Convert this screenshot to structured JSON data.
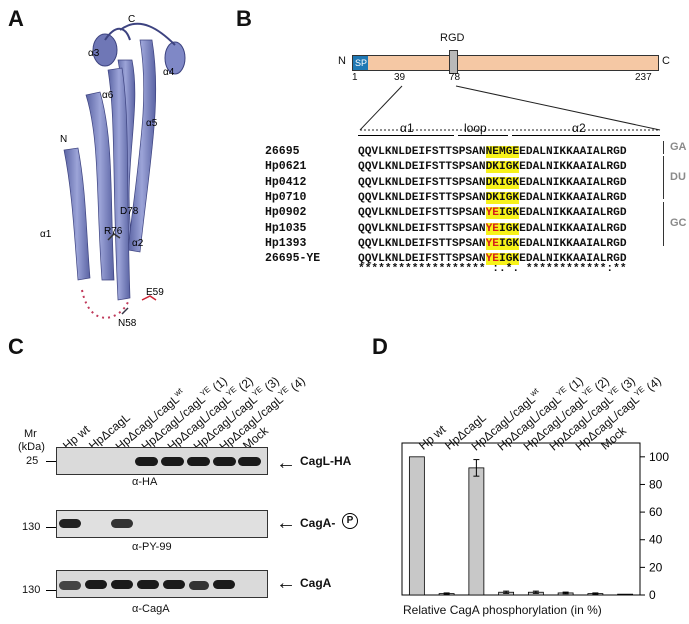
{
  "panels": {
    "a": "A",
    "b": "B",
    "c": "C",
    "d": "D"
  },
  "structure_labels": {
    "c_term": "C",
    "n_term": "N",
    "alpha3": "α3",
    "alpha4": "α4",
    "alpha6": "α6",
    "alpha5": "α5",
    "alpha1": "α1",
    "alpha2": "α2",
    "d78": "D78",
    "r76": "R76",
    "e59": "E59",
    "n58": "N58"
  },
  "domain_map": {
    "rgd": "RGD",
    "n": "N",
    "c": "C",
    "sp": "SP",
    "pos_start": "1",
    "pos_39": "39",
    "pos_78": "78",
    "pos_end": "237",
    "colors": {
      "sp": "#1f78b4",
      "body": "#f5c8a4",
      "rgd": "#b9b9b9"
    }
  },
  "alignment": {
    "headers": {
      "a1": "α1",
      "loop": "loop",
      "a2": "α2"
    },
    "rows": [
      {
        "name": "26695",
        "pre": "QQVLKNLDEIFSTTSPSAN",
        "motif": "NEMGE",
        "post": "EDALNIKKAAIALRGD"
      },
      {
        "name": "Hp0621",
        "pre": "QQVLKNLDEIFSTTSPSAN",
        "motif": "DKIGK",
        "post": "EDALNIKKAAIALRGD"
      },
      {
        "name": "Hp0412",
        "pre": "QQVLKNLDEIFSTTSPSAN",
        "motif": "DKIGK",
        "post": "EDALNIKKAAIALRGD"
      },
      {
        "name": "Hp0710",
        "pre": "QQVLKNLDEIFSTTSPSAN",
        "motif": "DKIGK",
        "post": "EDALNIKKAAIALRGD"
      },
      {
        "name": "Hp0902",
        "pre": "QQVLKNLDEIFSTTSPSAN",
        "motif_red": "YE",
        "motif": "IGK",
        "post": "EDALNIKKAAIALRGD"
      },
      {
        "name": "Hp1035",
        "pre": "QQVLKNLDEIFSTTSPSAN",
        "motif_red": "YE",
        "motif": "IGK",
        "post": "EDALNIKKAAIALRGD"
      },
      {
        "name": "Hp1393",
        "pre": "QQVLKNLDEIFSTTSPSAN",
        "motif_red": "YE",
        "motif": "IGK",
        "post": "EDALNIKKAAIALRGD"
      },
      {
        "name": "26695-YE",
        "pre": "QQVLKNLDEIFSTTSPSAN",
        "motif_red": "YE",
        "motif": "IGK",
        "post": "EDALNIKKAAIALRGD"
      }
    ],
    "conservation": "******************* :.*. ************:**",
    "groups": {
      "ga": "GA",
      "du": "DU",
      "gc": "GC"
    }
  },
  "blot": {
    "lanes": [
      "Hp wt",
      "HpΔcagL",
      "HpΔcagL/cagLwt",
      "HpΔcagL/cagLYE (1)",
      "HpΔcagL/cagLYE (2)",
      "HpΔcagL/cagLYE (3)",
      "HpΔcagL/cagLYE (4)",
      "Mock"
    ],
    "lane_parts": [
      {
        "base": "Hp wt",
        "sup": "",
        "tail": ""
      },
      {
        "base": "HpΔcagL",
        "sup": "",
        "tail": ""
      },
      {
        "base": "HpΔcagL/cagL",
        "sup": "wt",
        "tail": ""
      },
      {
        "base": "HpΔcagL/cagL",
        "sup": "YE",
        "tail": " (1)"
      },
      {
        "base": "HpΔcagL/cagL",
        "sup": "YE",
        "tail": " (2)"
      },
      {
        "base": "HpΔcagL/cagL",
        "sup": "YE",
        "tail": " (3)"
      },
      {
        "base": "HpΔcagL/cagL",
        "sup": "YE",
        "tail": " (4)"
      },
      {
        "base": "Mock",
        "sup": "",
        "tail": ""
      }
    ],
    "mr_label": "Mr",
    "kda_label": "(kDa)",
    "strips": [
      {
        "marker": "25",
        "arrow_label": "CagL-HA",
        "antibody": "α-HA"
      },
      {
        "marker": "130",
        "arrow_label": "CagA-",
        "antibody": "α-PY-99",
        "circle": "P"
      },
      {
        "marker": "130",
        "arrow_label": "CagA",
        "antibody": "α-CagA"
      }
    ]
  },
  "chart_data": {
    "type": "bar",
    "categories": [
      "Hp wt",
      "HpΔcagL",
      "HpΔcagL/cagLwt",
      "HpΔcagL/cagLYE (1)",
      "HpΔcagL/cagLYE (2)",
      "HpΔcagL/cagLYE (3)",
      "HpΔcagL/cagLYE (4)",
      "Mock"
    ],
    "values": [
      100,
      1,
      92,
      2,
      2,
      1.5,
      1,
      0
    ],
    "errors": [
      0,
      0.5,
      6,
      0.8,
      0.8,
      0.6,
      0.5,
      0
    ],
    "ylim": [
      0,
      110
    ],
    "yticks": [
      0,
      20,
      40,
      60,
      80,
      100
    ],
    "xlabel": "Relative CagA phosphorylation (in %)",
    "bar_color": "#c8c8c8",
    "axis_side": "right"
  }
}
